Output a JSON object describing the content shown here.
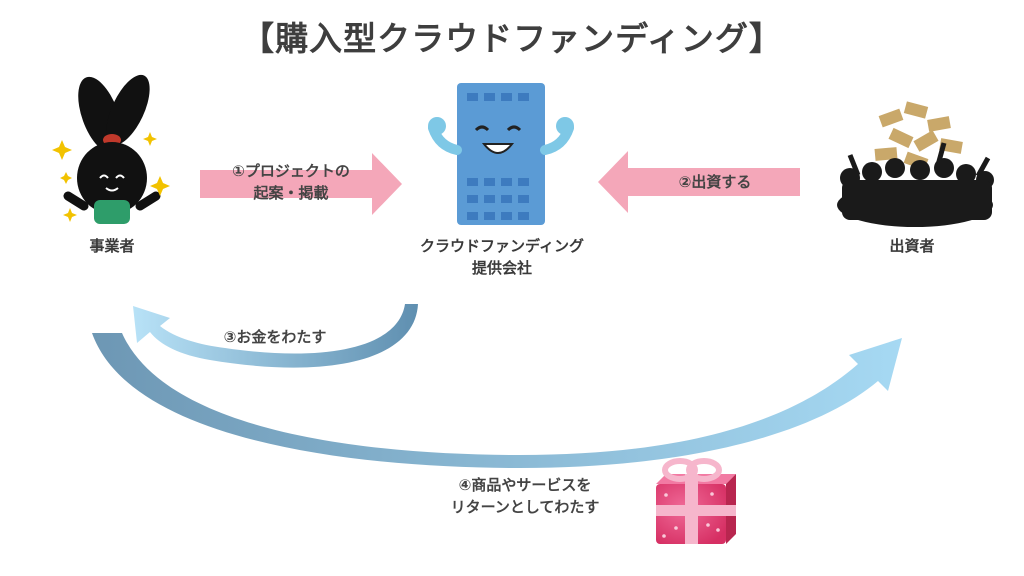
{
  "title": "【購入型クラウドファンディング】",
  "actors": {
    "business": "事業者",
    "platform_line1": "クラウドファンディング",
    "platform_line2": "提供会社",
    "investors": "出資者"
  },
  "flows": {
    "step1_line1": "①プロジェクトの",
    "step1_line2": "起案・掲載",
    "step2": "②出資する",
    "step3": "③お金をわたす",
    "step4_line1": "④商品やサービスを",
    "step4_line2": "リターンとしてわたす"
  },
  "colors": {
    "pink_arrow": "#f4a7b9",
    "blue_arrow_light": "#a9d8f2",
    "blue_arrow_dark": "#6f9bb8",
    "building": "#5b9bd5",
    "gift": "#e8467c"
  }
}
